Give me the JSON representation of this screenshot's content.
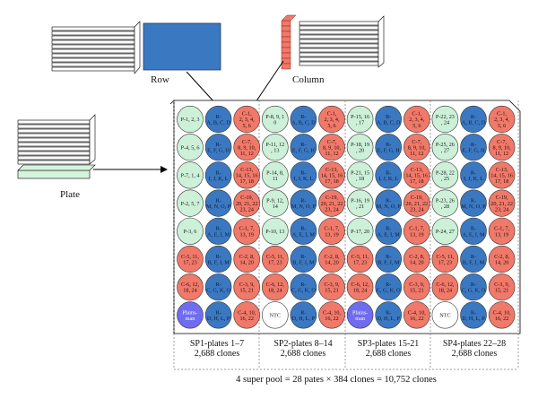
{
  "labels": {
    "row": "Row",
    "column": "Column",
    "plate": "Plate"
  },
  "pools": [
    {
      "title": "SP1-plates 1–7",
      "clones": "2,688 clones"
    },
    {
      "title": "SP2-plates 8–14",
      "clones": "2,688 clones"
    },
    {
      "title": "SP3-plates 15-21",
      "clones": "2,688 clones"
    },
    {
      "title": "SP4-plates 22–28",
      "clones": "2,688 clones"
    }
  ],
  "total": "4 super pool = 28 pates × 384 clones = 10,752 clones",
  "grid": [
    [
      [
        "g",
        "P-1, 2, 3"
      ],
      [
        "b",
        "R-|A, B, C, D"
      ],
      [
        "r",
        "C-1,|2, 3, 4,|5, 6"
      ],
      [
        "g",
        "P-8, 9, 1|0"
      ],
      [
        "b",
        "R-|A, B, C, D"
      ],
      [
        "r",
        "C-1,|2, 3, 4,|5, 6"
      ],
      [
        "g",
        "P-15, 16|, 17"
      ],
      [
        "b",
        "R-|A, B, C, D"
      ],
      [
        "r",
        "C-1,|2, 3, 4,|5, 6"
      ],
      [
        "g",
        "P-22, 23|, 24"
      ],
      [
        "b",
        "R-|A, B, C, D"
      ],
      [
        "r",
        "C-1,|2, 3, 4,|5, 6"
      ]
    ],
    [
      [
        "g",
        "P-4, 5, 6"
      ],
      [
        "b",
        "R-|E, F, G, H"
      ],
      [
        "r",
        "C-7,|8, 9, 10,|11, 12"
      ],
      [
        "g",
        "P-11, 12|, 13"
      ],
      [
        "b",
        "R-|E, F, G, H"
      ],
      [
        "r",
        "C-7,|8, 9, 10,|11, 12"
      ],
      [
        "g",
        "P-18, 19|, 20"
      ],
      [
        "b",
        "R-|E, F, G, H"
      ],
      [
        "r",
        "C-7,|8, 9, 10,|11, 12"
      ],
      [
        "g",
        "P-25, 26|, 27"
      ],
      [
        "b",
        "R-|E, F, G, H"
      ],
      [
        "r",
        "C-7,|8, 9, 10,|11, 12"
      ]
    ],
    [
      [
        "g",
        "P-7, 1, 4"
      ],
      [
        "b",
        "R-|I, J, K, L"
      ],
      [
        "r",
        "C-13,|14, 15, 16|17, 18"
      ],
      [
        "g",
        "P-14, 8,|11"
      ],
      [
        "b",
        "R-|I, J, K, L"
      ],
      [
        "r",
        "C-13,|14, 15, 16|17, 18"
      ],
      [
        "g",
        "P-21, 15|, 18"
      ],
      [
        "b",
        "R-|I, J, K, L"
      ],
      [
        "r",
        "C-13,|14, 15, 16|17, 18"
      ],
      [
        "g",
        "P-28, 22|, 25"
      ],
      [
        "b",
        "R-|I, J, K, L"
      ],
      [
        "r",
        "C-13,|14, 15, 16|17, 18"
      ]
    ],
    [
      [
        "g",
        "P-2, 5, 7"
      ],
      [
        "b",
        "R-|M, N, O, P"
      ],
      [
        "r",
        "C-19,|20, 21, 22|23, 24"
      ],
      [
        "g",
        "P-9, 12,|14"
      ],
      [
        "b",
        "R-|M, N, O, P"
      ],
      [
        "r",
        "C-19,|20, 21, 22|23, 24"
      ],
      [
        "g",
        "P-16, 19|, 21"
      ],
      [
        "b",
        "R-|M, N, O, P"
      ],
      [
        "r",
        "C-19,|20, 21, 22|23, 24"
      ],
      [
        "g",
        "P-23, 26|, 28"
      ],
      [
        "b",
        "R-|M, N, O, P"
      ],
      [
        "r",
        "C-19,|20, 21, 22|23, 24"
      ]
    ],
    [
      [
        "g",
        "P-3, 6"
      ],
      [
        "b",
        "R-|A, E, I, M"
      ],
      [
        "r",
        "C-1, 7,|13, 19"
      ],
      [
        "g",
        "P-10, 13"
      ],
      [
        "b",
        "R-|A, E, I, M"
      ],
      [
        "r",
        "C-1, 7,|13, 19"
      ],
      [
        "g",
        "P-17, 20"
      ],
      [
        "b",
        "R-|A, E, I, M"
      ],
      [
        "r",
        "C-1, 7,|13, 19"
      ],
      [
        "g",
        "P-24, 27"
      ],
      [
        "b",
        "R-|A, E, I, M"
      ],
      [
        "r",
        "C-1, 7,|13, 19"
      ]
    ],
    [
      [
        "r",
        "C-5, 11,|17, 23"
      ],
      [
        "b",
        "R-|B, F, J, M"
      ],
      [
        "r",
        "C-2, 8,|14, 20"
      ],
      [
        "r",
        "C-5, 11,|17, 23"
      ],
      [
        "b",
        "R-|B, F, J, M"
      ],
      [
        "r",
        "C-2, 8,|14, 20"
      ],
      [
        "r",
        "C-5, 11,|17, 23"
      ],
      [
        "b",
        "R-|B, F, J, M"
      ],
      [
        "r",
        "C-2, 8,|14, 20"
      ],
      [
        "r",
        "C-5, 11,|17, 23"
      ],
      [
        "b",
        "R-|B, F, J, M"
      ],
      [
        "r",
        "C-2, 8,|14, 20"
      ]
    ],
    [
      [
        "r",
        "C-6, 12,|18, 24"
      ],
      [
        "b",
        "R-|C, G, K, O"
      ],
      [
        "r",
        "C-3, 9,|15, 21"
      ],
      [
        "r",
        "C-6, 12,|18, 24"
      ],
      [
        "b",
        "R-|C, G, K, O"
      ],
      [
        "r",
        "C-3, 9,|15, 21"
      ],
      [
        "r",
        "C-6, 12,|18, 24"
      ],
      [
        "b",
        "R-|C, G, K, O"
      ],
      [
        "r",
        "C-3, 9,|15, 21"
      ],
      [
        "r",
        "C-6, 12,|18, 24"
      ],
      [
        "b",
        "R-|C, G, K, O"
      ],
      [
        "r",
        "C-3, 9,|15, 21"
      ]
    ],
    [
      [
        "p",
        "Plains-|man"
      ],
      [
        "b",
        "R-|D, H, L, P"
      ],
      [
        "r",
        "C-4, 10,|16, 22"
      ],
      [
        "w",
        "NTC"
      ],
      [
        "b",
        "R-|D, H, L, P"
      ],
      [
        "r",
        "C-4, 10,|16, 22"
      ],
      [
        "p",
        "Plains-|man"
      ],
      [
        "b",
        "R-|D, H, L, P"
      ],
      [
        "r",
        "C-4, 10,|16, 22"
      ],
      [
        "w",
        "NTC"
      ],
      [
        "b",
        "R-|D, H, L, P"
      ],
      [
        "r",
        "C-4, 10,|16, 22"
      ]
    ]
  ],
  "colors": {
    "green": "#ccf0d8",
    "blue": "#3b78c2",
    "red": "#f0796a",
    "purple": "#6f6cf0",
    "white": "#ffffff",
    "row_block": "#3b78c2",
    "column_block": "#f0796a",
    "plate_slab": "#d4f4dc"
  }
}
